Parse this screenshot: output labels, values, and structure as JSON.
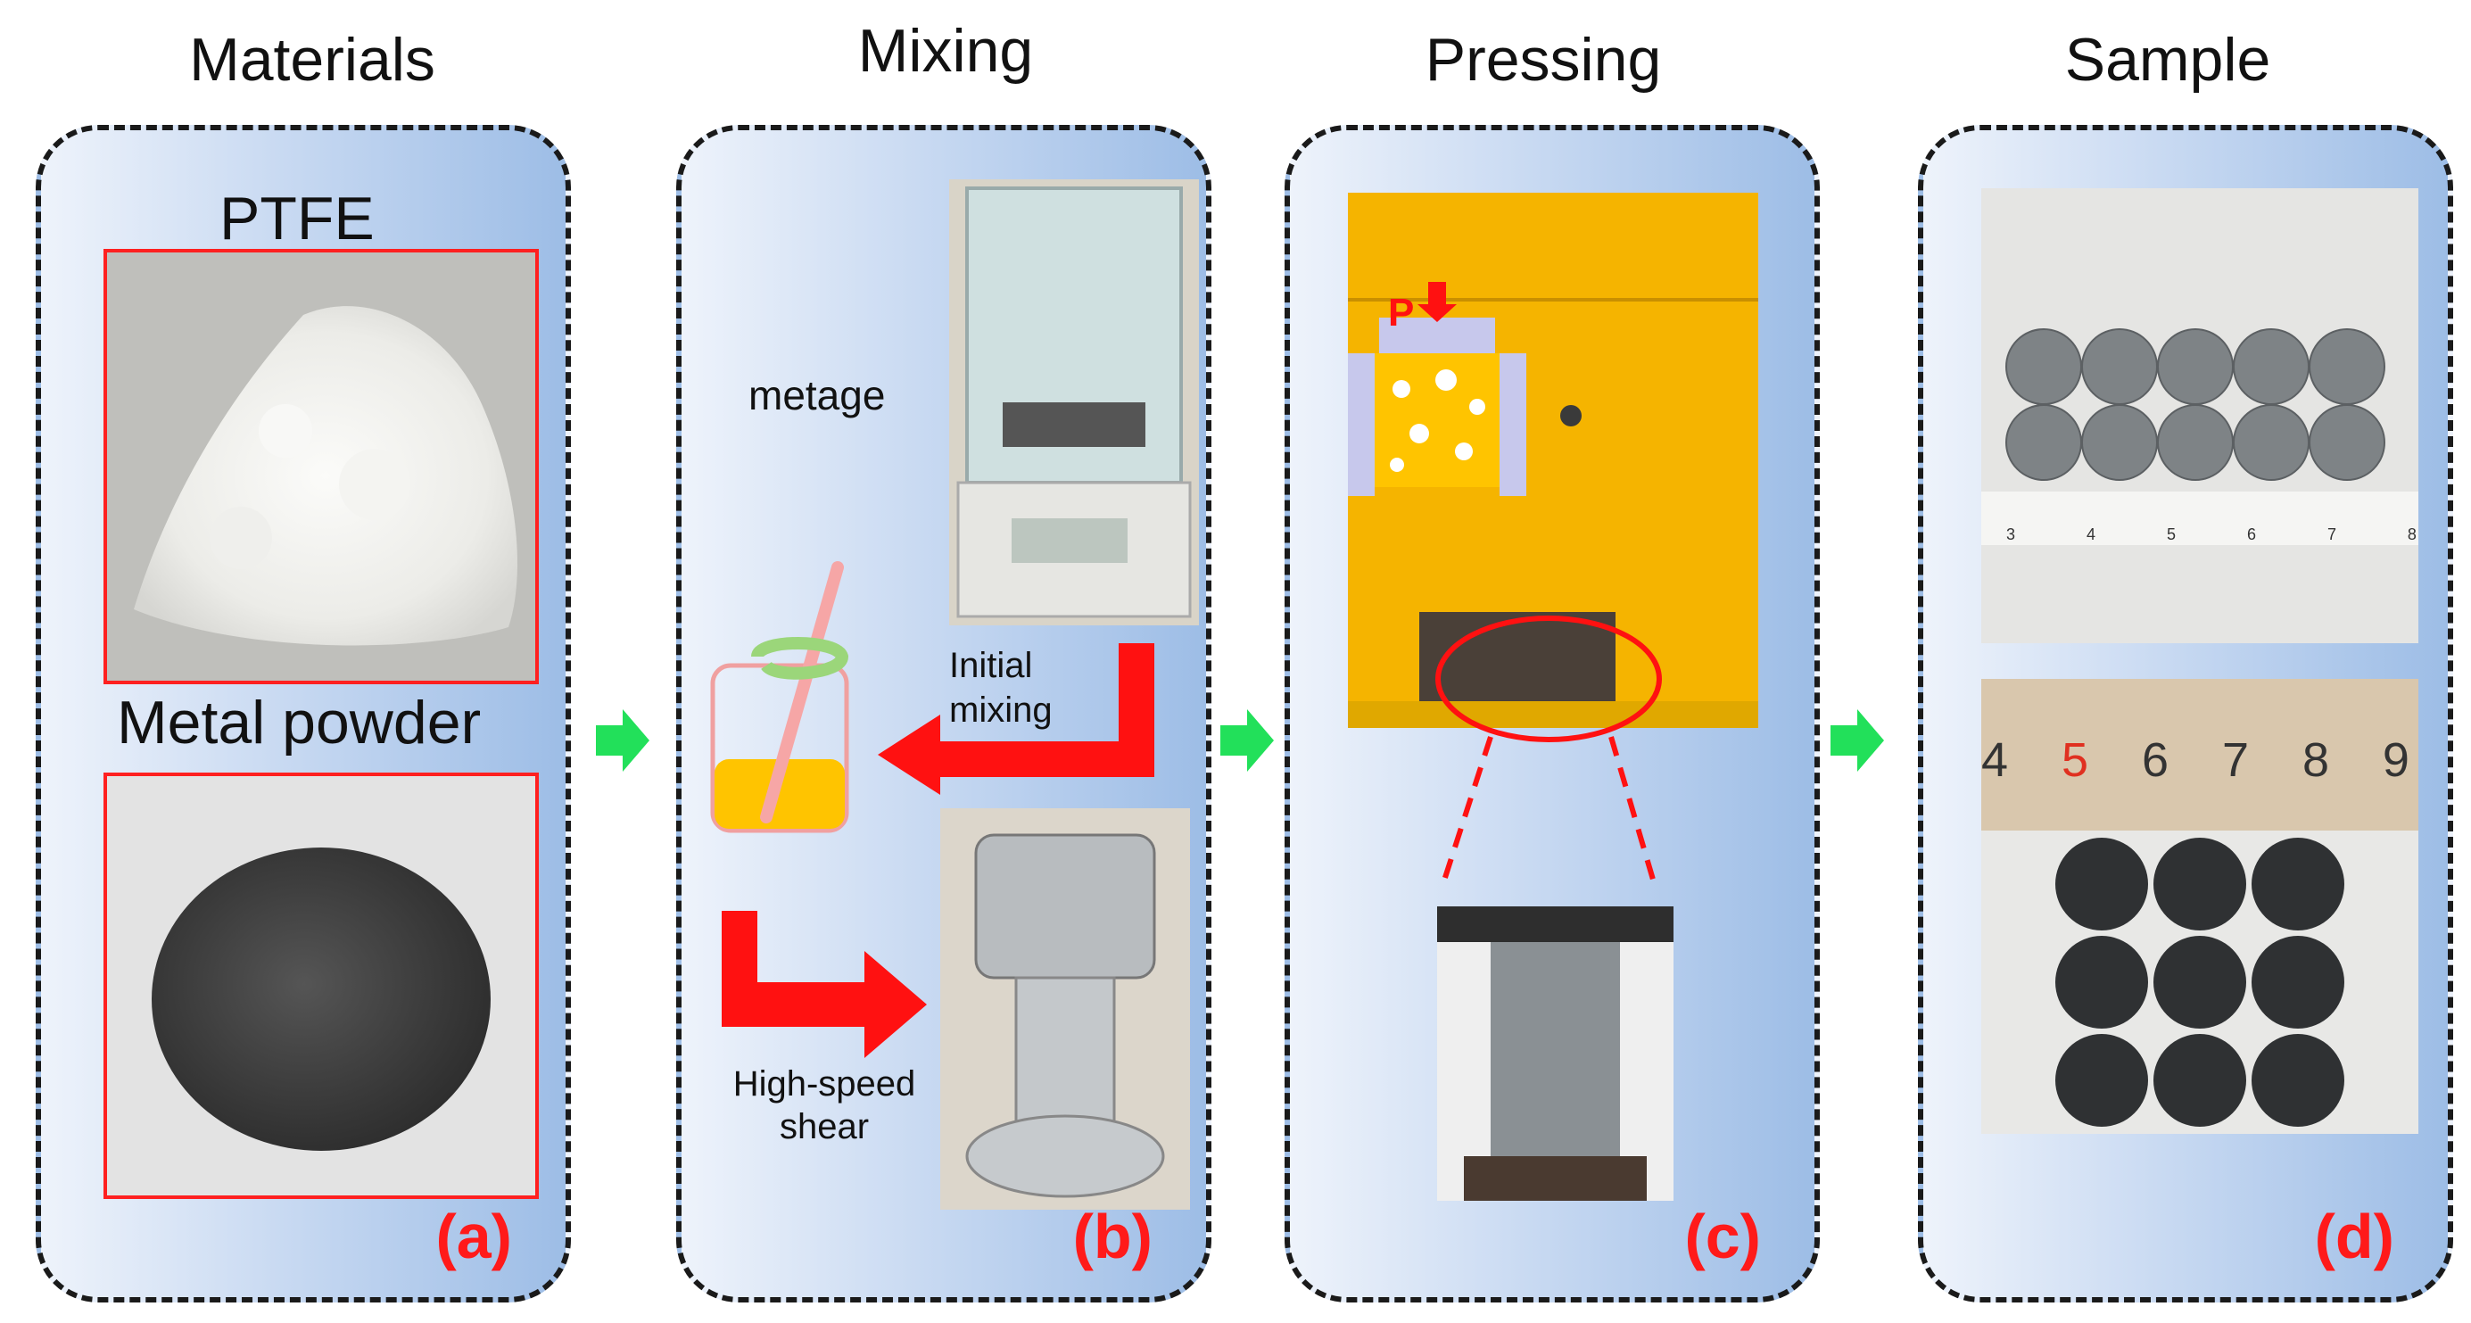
{
  "titles": {
    "a": "Materials",
    "b": "Mixing",
    "c": "Pressing",
    "d": "Sample"
  },
  "panel_labels": {
    "a": "(a)",
    "b": "(b)",
    "c": "(c)",
    "d": "(d)"
  },
  "materials": {
    "ptfe_label": "PTFE",
    "metal_label": "Metal powder"
  },
  "mixing": {
    "metage": "metage",
    "initial_mixing_line1": "Initial",
    "initial_mixing_line2": "mixing",
    "shear_line1": "High-speed",
    "shear_line2": "shear"
  },
  "pressing": {
    "pressure_label": "P"
  },
  "sample": {
    "ruler1_ticks": [
      "3",
      "4",
      "5",
      "6",
      "7",
      "8"
    ],
    "ruler2_ticks": [
      "4",
      "5",
      "6",
      "7",
      "8",
      "9"
    ]
  },
  "colors": {
    "arrow_green": "#22e05a",
    "arrow_red": "#ff1111",
    "press_yellow": "#f5b400",
    "panel_blue": "#9dbde6",
    "frame_red": "#ff2020"
  }
}
